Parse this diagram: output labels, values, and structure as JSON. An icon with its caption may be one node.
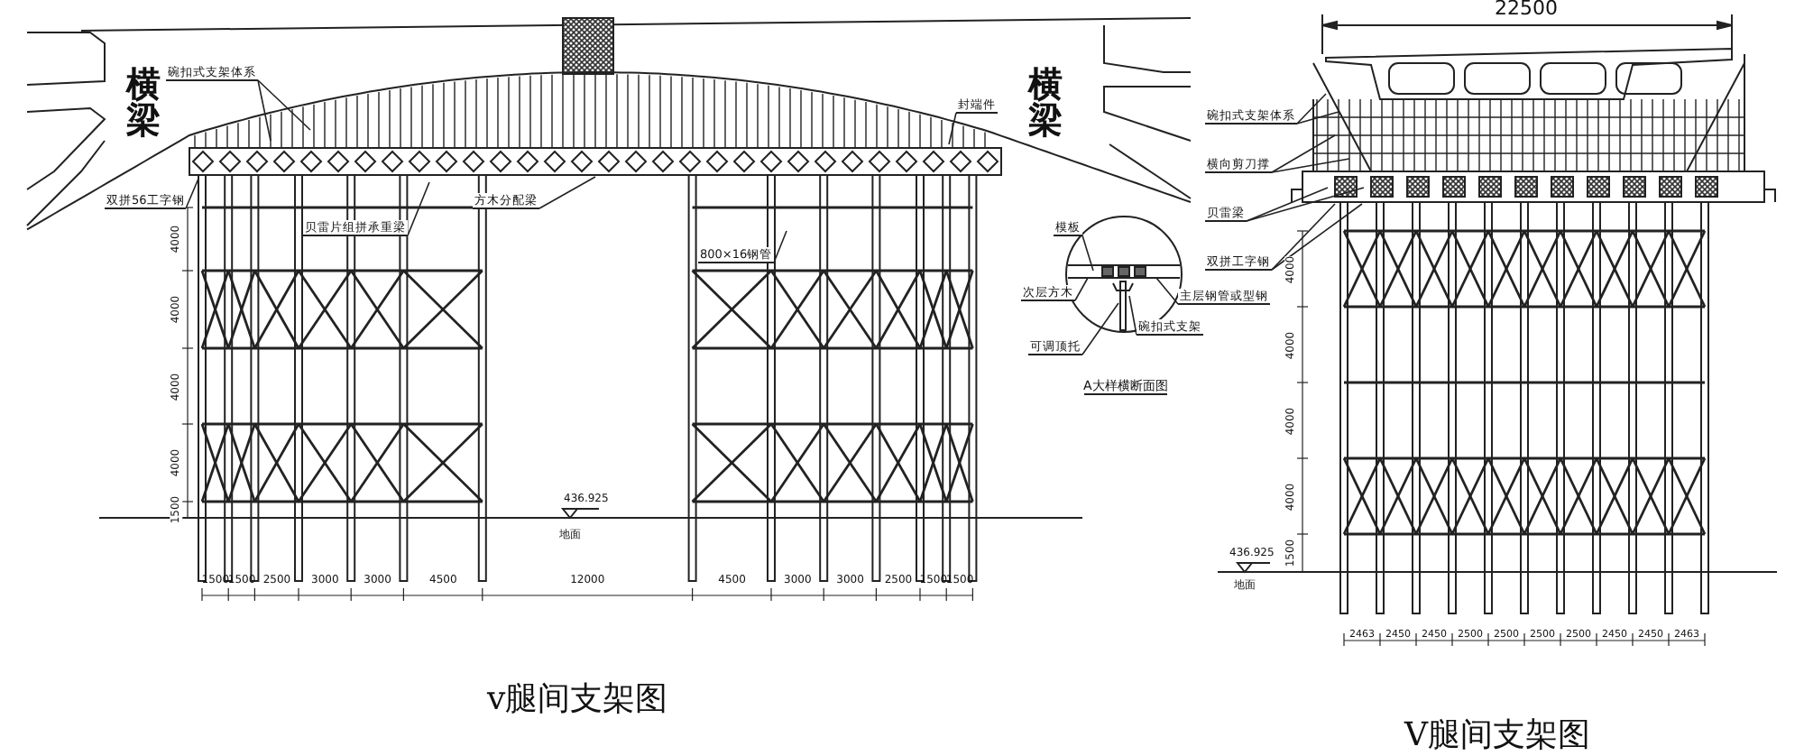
{
  "diagram": {
    "nodes": [
      {
        "text": [
          "碗扣式支架体系"
        ]
      },
      {
        "text": [
          "双拼56工字钢"
        ]
      },
      {
        "text": [
          "贝雷片组拼承重梁"
        ]
      },
      {
        "text": [
          "方木分配梁"
        ]
      },
      {
        "text": [
          "封端件"
        ]
      },
      {
        "text": [
          "800×16钢管"
        ]
      },
      {
        "text": [
          "模板"
        ]
      },
      {
        "text": [
          "次层方木"
        ]
      },
      {
        "text": [
          "主层钢管或型钢"
        ]
      },
      {
        "text": [
          "碗扣式支架"
        ]
      },
      {
        "text": [
          "可调顶托"
        ]
      },
      {
        "text": [
          "碗扣式支架体系"
        ]
      },
      {
        "text": [
          "横向剪刀撑"
        ]
      },
      {
        "text": [
          "贝雷梁"
        ]
      },
      {
        "text": [
          "双拼工字钢"
        ]
      }
    ],
    "edges": [
      {
        "from": 0,
        "to": null,
        "arrow": "none"
      },
      {
        "from": 0,
        "to": null,
        "arrow": "none"
      },
      {
        "from": 1,
        "to": null,
        "arrow": "none"
      },
      {
        "from": 2,
        "to": null,
        "arrow": "none"
      },
      {
        "from": 3,
        "to": null,
        "arrow": "none"
      },
      {
        "from": 4,
        "to": null,
        "arrow": "none"
      },
      {
        "from": 5,
        "to": null,
        "arrow": "none"
      },
      {
        "from": 6,
        "to": null,
        "arrow": "none"
      },
      {
        "from": 7,
        "to": null,
        "arrow": "none"
      },
      {
        "from": 8,
        "to": null,
        "arrow": "none"
      },
      {
        "from": 9,
        "to": null,
        "arrow": "none"
      },
      {
        "from": 10,
        "to": null,
        "arrow": "none"
      },
      {
        "from": 11,
        "to": null,
        "arrow": "none"
      },
      {
        "from": 11,
        "to": null,
        "arrow": "none"
      },
      {
        "from": 12,
        "to": null,
        "arrow": "none"
      },
      {
        "from": 12,
        "to": null,
        "arrow": "none"
      },
      {
        "from": 13,
        "to": null,
        "arrow": "none"
      },
      {
        "from": 13,
        "to": null,
        "arrow": "none"
      },
      {
        "from": 14,
        "to": null,
        "arrow": "none"
      },
      {
        "from": 14,
        "to": null,
        "arrow": "none"
      }
    ],
    "labels": [
      "横梁",
      "横梁",
      "4000",
      "4000",
      "4000",
      "4000",
      "1500",
      "436.925",
      "地面",
      "1500",
      "1500",
      "2500",
      "3000",
      "3000",
      "4500",
      "12000",
      "4500",
      "3000",
      "3000",
      "2500",
      "1500",
      "1500",
      "v腿间支架图",
      "A大样横断面图",
      "22500",
      "4000",
      "4000",
      "4000",
      "4000",
      "1500",
      "436.925",
      "地面",
      "2463",
      "2450",
      "2450",
      "2500",
      "2500",
      "2500",
      "2500",
      "2450",
      "2450",
      "2463",
      "V腿间支架图"
    ]
  }
}
